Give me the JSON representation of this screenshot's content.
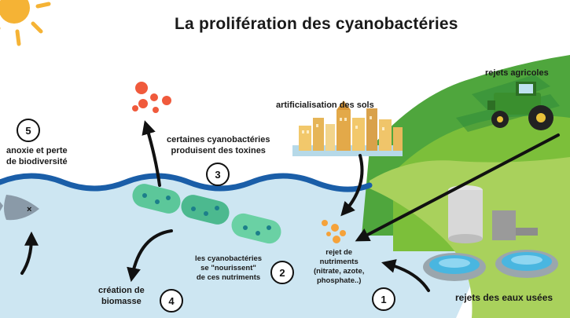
{
  "title": "La prolifération des cyanobactéries",
  "labels": {
    "anoxie": [
      "anoxie et perte",
      "de biodiversité"
    ],
    "toxines": [
      "certaines cyanobactéries",
      "produisent des toxines"
    ],
    "artificialisation": "artificialisation des sols",
    "rejets_agricoles": "rejets agricoles",
    "nourrissent": [
      "les cyanobactéries",
      "se \"nourissent\"",
      "de ces nutriments"
    ],
    "rejet_nutriments": [
      "rejet de",
      "nutriments",
      "(nitrate, azote,",
      "phosphate..)"
    ],
    "creation_biomasse": [
      "création de",
      "biomasse"
    ],
    "rejets_eaux": "rejets des eaux usées"
  },
  "steps": [
    "1",
    "2",
    "3",
    "4",
    "5"
  ],
  "colors": {
    "sun": "#f5b335",
    "water": "#cde6f2",
    "wave": "#1a5ea8",
    "hills": "#7cbf3a",
    "hills_dark": "#2f8a3a",
    "cyano": "#5cc79a",
    "toxin": "#f05a3c",
    "nutrient": "#f5a23a",
    "tractor": "#3a8f2e",
    "arrow": "#111111"
  },
  "icons": [
    "sun-icon",
    "tractor-icon",
    "city-icon",
    "fish-icon",
    "cyanobacteria-icon",
    "water-tank-icon",
    "settling-basin-icon",
    "toxin-dots-icon",
    "nutrient-dots-icon"
  ]
}
